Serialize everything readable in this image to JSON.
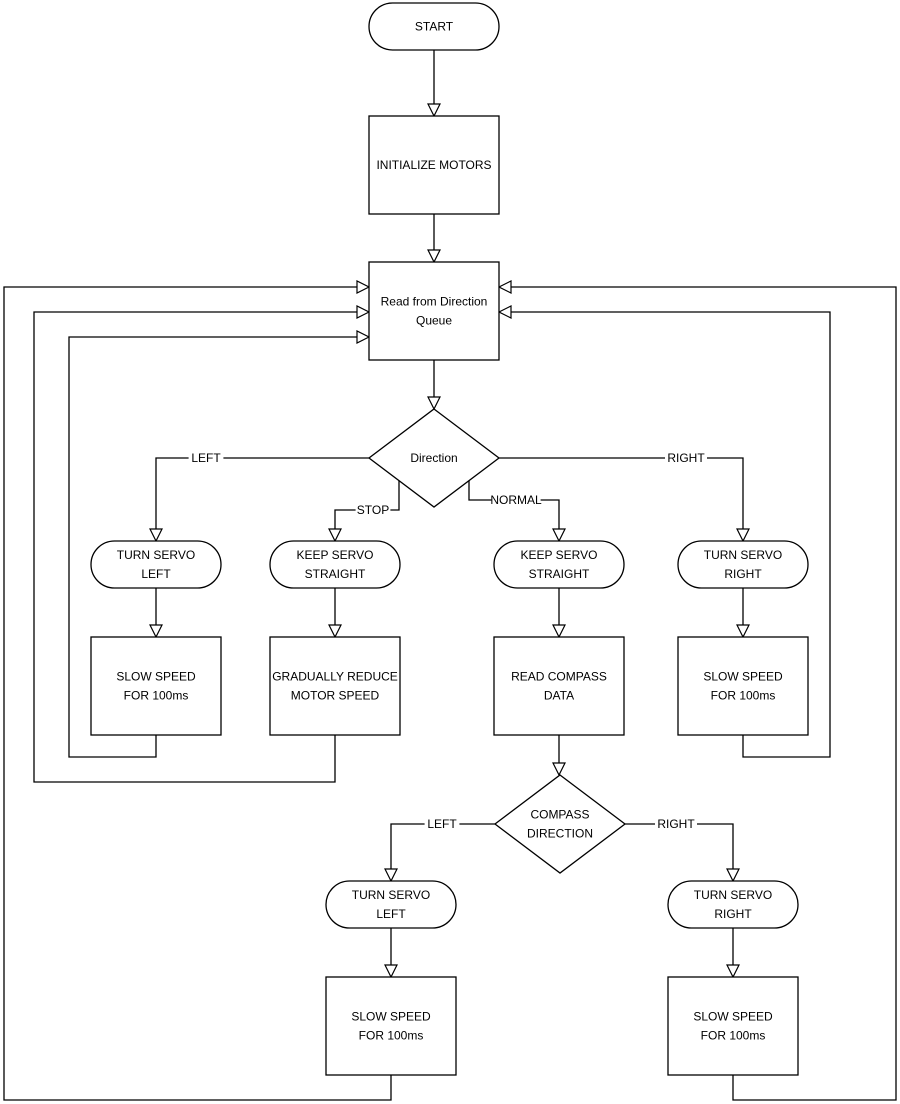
{
  "nodes": {
    "start": {
      "shape": "terminal",
      "lines": [
        "START"
      ]
    },
    "init": {
      "shape": "process",
      "lines": [
        "INITIALIZE MOTORS"
      ]
    },
    "read_queue": {
      "shape": "process",
      "lines": [
        "Read from Direction",
        "Queue"
      ]
    },
    "direction": {
      "shape": "decision",
      "lines": [
        "Direction"
      ]
    },
    "turn_left": {
      "shape": "terminal",
      "lines": [
        "TURN SERVO",
        "LEFT"
      ]
    },
    "keep_straight_stop": {
      "shape": "terminal",
      "lines": [
        "KEEP SERVO",
        "STRAIGHT"
      ]
    },
    "keep_straight_normal": {
      "shape": "terminal",
      "lines": [
        "KEEP SERVO",
        "STRAIGHT"
      ]
    },
    "turn_right": {
      "shape": "terminal",
      "lines": [
        "TURN SERVO",
        "RIGHT"
      ]
    },
    "slow_left": {
      "shape": "process",
      "lines": [
        "SLOW SPEED",
        "FOR 100ms"
      ]
    },
    "reduce_speed": {
      "shape": "process",
      "lines": [
        "GRADUALLY REDUCE",
        "MOTOR SPEED"
      ]
    },
    "read_compass": {
      "shape": "process",
      "lines": [
        "READ COMPASS",
        "DATA"
      ]
    },
    "slow_right": {
      "shape": "process",
      "lines": [
        "SLOW SPEED",
        "FOR 100ms"
      ]
    },
    "compass_dir": {
      "shape": "decision",
      "lines": [
        "COMPASS",
        "DIRECTION"
      ]
    },
    "c_turn_left": {
      "shape": "terminal",
      "lines": [
        "TURN SERVO",
        "LEFT"
      ]
    },
    "c_turn_right": {
      "shape": "terminal",
      "lines": [
        "TURN SERVO",
        "RIGHT"
      ]
    },
    "c_slow_left": {
      "shape": "process",
      "lines": [
        "SLOW SPEED",
        "FOR 100ms"
      ]
    },
    "c_slow_right": {
      "shape": "process",
      "lines": [
        "SLOW SPEED",
        "FOR 100ms"
      ]
    }
  },
  "edges": [
    {
      "from": "start",
      "to": "init",
      "label": ""
    },
    {
      "from": "init",
      "to": "read_queue",
      "label": ""
    },
    {
      "from": "read_queue",
      "to": "direction",
      "label": ""
    },
    {
      "from": "direction",
      "to": "turn_left",
      "label": "LEFT"
    },
    {
      "from": "direction",
      "to": "keep_straight_stop",
      "label": "STOP"
    },
    {
      "from": "direction",
      "to": "keep_straight_normal",
      "label": "NORMAL"
    },
    {
      "from": "direction",
      "to": "turn_right",
      "label": "RIGHT"
    },
    {
      "from": "turn_left",
      "to": "slow_left",
      "label": ""
    },
    {
      "from": "keep_straight_stop",
      "to": "reduce_speed",
      "label": ""
    },
    {
      "from": "keep_straight_normal",
      "to": "read_compass",
      "label": ""
    },
    {
      "from": "turn_right",
      "to": "slow_right",
      "label": ""
    },
    {
      "from": "read_compass",
      "to": "compass_dir",
      "label": ""
    },
    {
      "from": "compass_dir",
      "to": "c_turn_left",
      "label": "LEFT"
    },
    {
      "from": "compass_dir",
      "to": "c_turn_right",
      "label": "RIGHT"
    },
    {
      "from": "c_turn_left",
      "to": "c_slow_left",
      "label": ""
    },
    {
      "from": "c_turn_right",
      "to": "c_slow_right",
      "label": ""
    },
    {
      "from": "slow_left",
      "to": "read_queue",
      "label": ""
    },
    {
      "from": "reduce_speed",
      "to": "read_queue",
      "label": ""
    },
    {
      "from": "slow_right",
      "to": "read_queue",
      "label": ""
    },
    {
      "from": "c_slow_left",
      "to": "read_queue",
      "label": ""
    },
    {
      "from": "c_slow_right",
      "to": "read_queue",
      "label": ""
    }
  ]
}
